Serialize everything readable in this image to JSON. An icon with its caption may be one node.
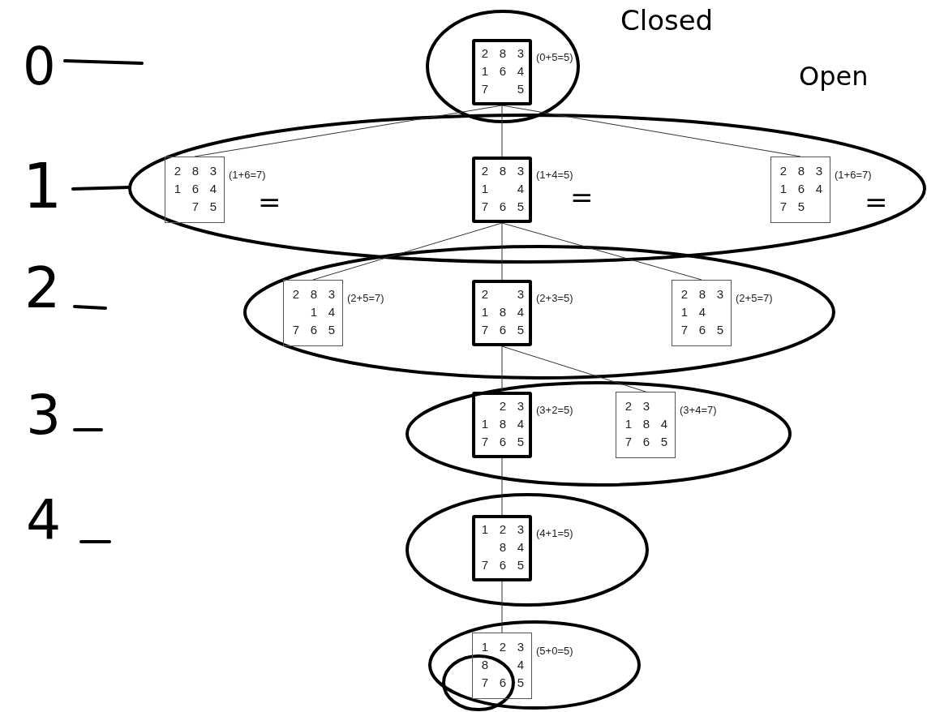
{
  "diagram": {
    "nodes": [
      {
        "text": [],
        "shape": "ellipse"
      },
      {
        "text": [
          "2",
          "8",
          "3",
          "1",
          "6",
          "4",
          "7",
          "5"
        ],
        "beside": [
          "(0+5=5)"
        ],
        "in": 0
      },
      {
        "text": [],
        "shape": "ellipse"
      },
      {
        "text": [
          "2",
          "8",
          "3",
          "1",
          "6",
          "4",
          "7",
          "5"
        ],
        "beside": [
          "(1+6=7)"
        ],
        "in": 2
      },
      {
        "text": [
          "2",
          "8",
          "3",
          "1",
          "4",
          "7",
          "6",
          "5"
        ],
        "beside": [
          "(1+4=5)"
        ],
        "in": 2
      },
      {
        "text": [
          "2",
          "8",
          "3",
          "1",
          "6",
          "4",
          "7",
          "5"
        ],
        "beside": [
          "(1+6=7)"
        ],
        "in": 2
      },
      {
        "text": [],
        "shape": "ellipse"
      },
      {
        "text": [
          "2",
          "8",
          "3",
          "1",
          "4",
          "7",
          "6",
          "5"
        ],
        "beside": [
          "(2+5=7)"
        ],
        "in": 6
      },
      {
        "text": [
          "2",
          "3",
          "1",
          "8",
          "4",
          "7",
          "6",
          "5"
        ],
        "beside": [
          "(2+3=5)"
        ],
        "in": 6
      },
      {
        "text": [
          "2",
          "8",
          "3",
          "1",
          "4",
          "7",
          "6",
          "5"
        ],
        "beside": [
          "(2+5=7)"
        ],
        "in": 6
      },
      {
        "text": [],
        "shape": "ellipse"
      },
      {
        "text": [
          "2",
          "3",
          "1",
          "8",
          "4",
          "7",
          "6",
          "5"
        ],
        "beside": [
          "(3+2=5)"
        ],
        "in": 10
      },
      {
        "text": [
          "2",
          "3",
          "1",
          "8",
          "4",
          "7",
          "6",
          "5"
        ],
        "beside": [
          "(3+4=7)"
        ],
        "in": 10
      },
      {
        "text": [],
        "shape": "ellipse"
      },
      {
        "text": [
          "1",
          "2",
          "3",
          "8",
          "4",
          "7",
          "6",
          "5"
        ],
        "beside": [
          "(4+1=5)"
        ],
        "in": 13
      },
      {
        "text": [],
        "shape": "ellipse"
      },
      {
        "text": [
          "1",
          "2",
          "3",
          "8",
          "4",
          "7",
          "6",
          "5"
        ],
        "beside": [
          "(5+0=5)"
        ],
        "in": 15
      }
    ],
    "edges": [
      {
        "from": 1,
        "to": 3,
        "arrow": "none"
      },
      {
        "from": 1,
        "to": 4,
        "arrow": "none"
      },
      {
        "from": 1,
        "to": 5,
        "arrow": "none"
      },
      {
        "from": 4,
        "to": 7,
        "arrow": "none"
      },
      {
        "from": 4,
        "to": 8,
        "arrow": "none"
      },
      {
        "from": 4,
        "to": 9,
        "arrow": "none"
      },
      {
        "from": 8,
        "to": 11,
        "arrow": "none"
      },
      {
        "from": 8,
        "to": 12,
        "arrow": "none"
      },
      {
        "from": 11,
        "to": 14,
        "arrow": "none"
      },
      {
        "from": 14,
        "to": 16,
        "arrow": "none"
      }
    ],
    "labels": [
      "0",
      "Closed",
      "Open",
      "1",
      "=",
      "=",
      "=",
      "2",
      "3",
      "4"
    ]
  }
}
